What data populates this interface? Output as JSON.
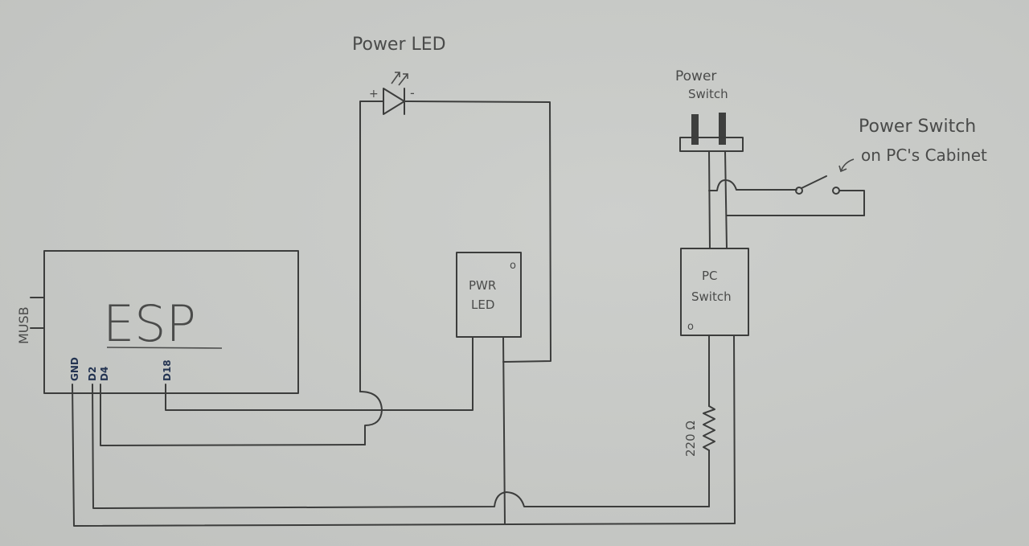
{
  "diagram": {
    "title": "ESP PC Power Control Circuit",
    "labels": {
      "power_led": "Power LED",
      "led_plus": "+",
      "led_minus": "-",
      "power_switch_line1": "Power",
      "power_switch_line2": "Switch",
      "cabinet_switch_line1": "Power Switch",
      "cabinet_switch_line2": "on PC's Cabinet",
      "esp": "ESP",
      "musb": "MUSB",
      "pwr_led_line1": "PWR",
      "pwr_led_line2": "LED",
      "pc_switch_line1": "PC",
      "pc_switch_line2": "Switch",
      "resistor": "220 Ω",
      "pin_marker": "o"
    },
    "esp_pins": [
      "GND",
      "D2",
      "D4",
      "D18"
    ],
    "components": [
      {
        "id": "esp",
        "type": "microcontroller",
        "label": "ESP"
      },
      {
        "id": "power-led",
        "type": "led",
        "label": "Power LED"
      },
      {
        "id": "pwr-led-header",
        "type": "header",
        "label": "PWR LED"
      },
      {
        "id": "pc-switch-header",
        "type": "header",
        "label": "PC Switch"
      },
      {
        "id": "power-switch",
        "type": "connector",
        "label": "Power Switch"
      },
      {
        "id": "cabinet-switch",
        "type": "switch",
        "label": "Power Switch on PC's Cabinet"
      },
      {
        "id": "resistor",
        "type": "resistor",
        "value": "220 Ω"
      }
    ],
    "colors": {
      "paper": "#c6c8c5",
      "pencil": "#3c3d3c",
      "pin_label": "#243452"
    }
  }
}
